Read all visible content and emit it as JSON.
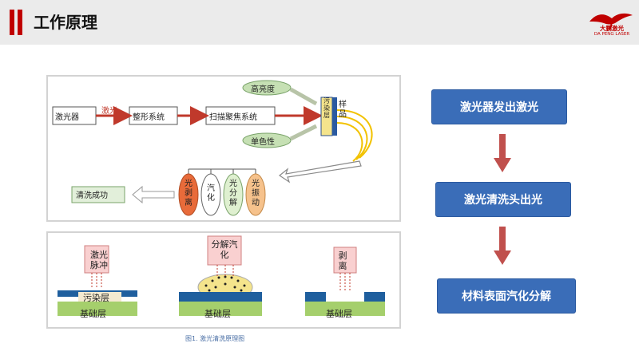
{
  "header": {
    "title": "工作原理",
    "logo_text": "大鹏激光",
    "logo_sub": "DA PENG LASER"
  },
  "diagram": {
    "laser_box": "激光器",
    "beam_label": "激光",
    "shaping_box": "整形系统",
    "scan_box": "扫描聚焦系统",
    "high_brightness": "高亮度",
    "monochromatic": "单色性",
    "sample_label": "样品",
    "pollution_label": "污染层",
    "result_box": "清洗成功",
    "mechanisms": [
      "光剥离",
      "汽化",
      "光分解",
      "光振动"
    ],
    "panel_pulse": "激光脉冲",
    "panel_decomp": "分解汽化",
    "panel_peel": "剥离",
    "layer_pollution": "污染层",
    "layer_base": "基础层",
    "caption": "图1. 激光清洗原理图"
  },
  "flow": {
    "steps": [
      "激光器发出激光",
      "激光清洗头出光",
      "材料表面汽化分解"
    ]
  },
  "colors": {
    "accent_red": "#c00000",
    "step_blue": "#3a6db8",
    "arrow_red": "#c0504d"
  }
}
